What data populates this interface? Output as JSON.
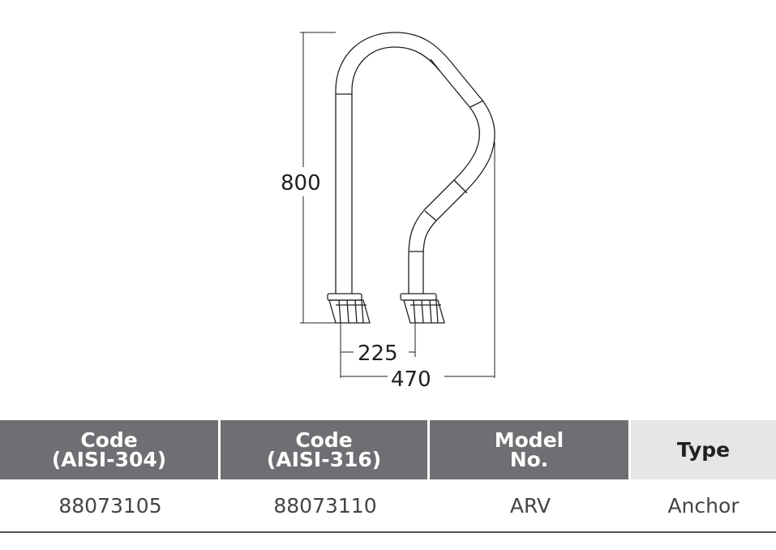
{
  "drawing": {
    "dim_height": "800",
    "dim_inner_width": "225",
    "dim_outer_width": "470"
  },
  "table": {
    "headers": [
      {
        "line1": "Code",
        "line2": "(AISI-304)"
      },
      {
        "line1": "Code",
        "line2": "(AISI-316)"
      },
      {
        "line1": "Model",
        "line2": "No."
      },
      {
        "line1": "Type",
        "line2": ""
      }
    ],
    "row": [
      "88073105",
      "88073110",
      "ARV",
      "Anchor"
    ]
  }
}
